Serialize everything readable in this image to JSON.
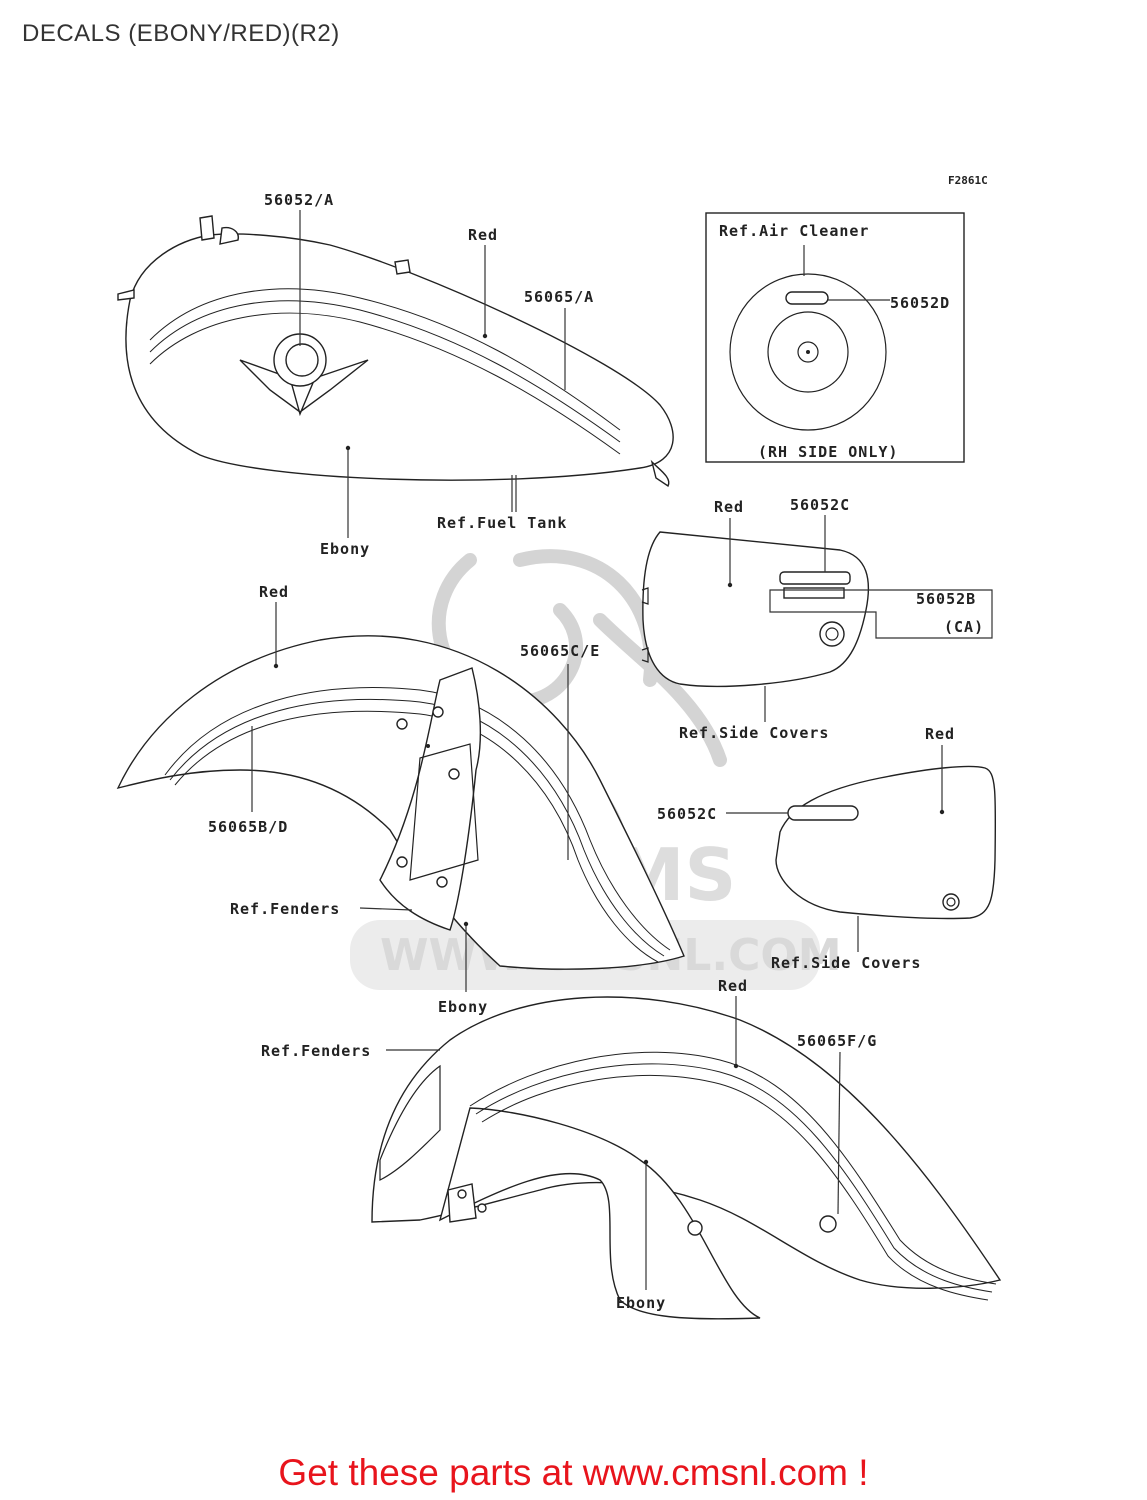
{
  "title": "DECALS (EBONY/RED)(R2)",
  "figure_code": "F2861C",
  "watermark": {
    "brand": "CMS",
    "url": "WWW.CMSNL.COM"
  },
  "labels": {
    "p56052a": "56052/A",
    "tank_red": "Red",
    "p56065a": "56065/A",
    "tank_ebony": "Ebony",
    "ref_fuel_tank": "Ref.Fuel Tank",
    "ref_air_cleaner": "Ref.Air Cleaner",
    "p56052d": "56052D",
    "rh_side_only": "(RH SIDE ONLY)",
    "sc1_red": "Red",
    "p56052c_top": "56052C",
    "p56052b": "56052B",
    "ca": "(CA)",
    "ref_side_covers_1": "Ref.Side Covers",
    "ff_red": "Red",
    "p56065ce": "56065C/E",
    "p56065bd": "56065B/D",
    "ref_fenders_1": "Ref.Fenders",
    "ff_ebony": "Ebony",
    "sc2_red": "Red",
    "p56052c_mid": "56052C",
    "ref_side_covers_2": "Ref.Side Covers",
    "rf_red": "Red",
    "ref_fenders_2": "Ref.Fenders",
    "p56065fg": "56065F/G",
    "rf_ebony": "Ebony"
  },
  "footer": {
    "text": "Get these parts at www.cmsnl.com !",
    "color": "#e8141c"
  }
}
